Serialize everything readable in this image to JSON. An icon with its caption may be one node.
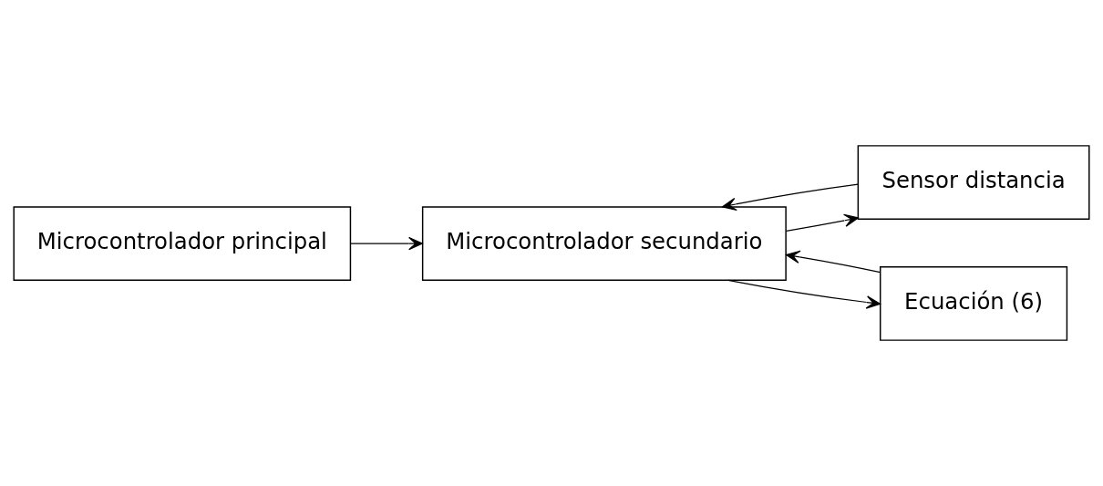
{
  "diagram": {
    "nodes": [
      {
        "text": [
          "Microcontrolador principal"
        ]
      },
      {
        "text": [
          "Microcontrolador secundario"
        ]
      },
      {
        "text": [
          "Sensor distancia"
        ]
      },
      {
        "text": [
          "Ecuación (6)"
        ]
      }
    ],
    "edges": [
      {
        "from": 0,
        "to": 1,
        "arrow": "to"
      },
      {
        "from": 1,
        "to": 2,
        "arrow": "to"
      },
      {
        "from": 2,
        "to": 1,
        "arrow": "to"
      },
      {
        "from": 1,
        "to": 3,
        "arrow": "to"
      },
      {
        "from": 3,
        "to": 1,
        "arrow": "to"
      }
    ]
  }
}
